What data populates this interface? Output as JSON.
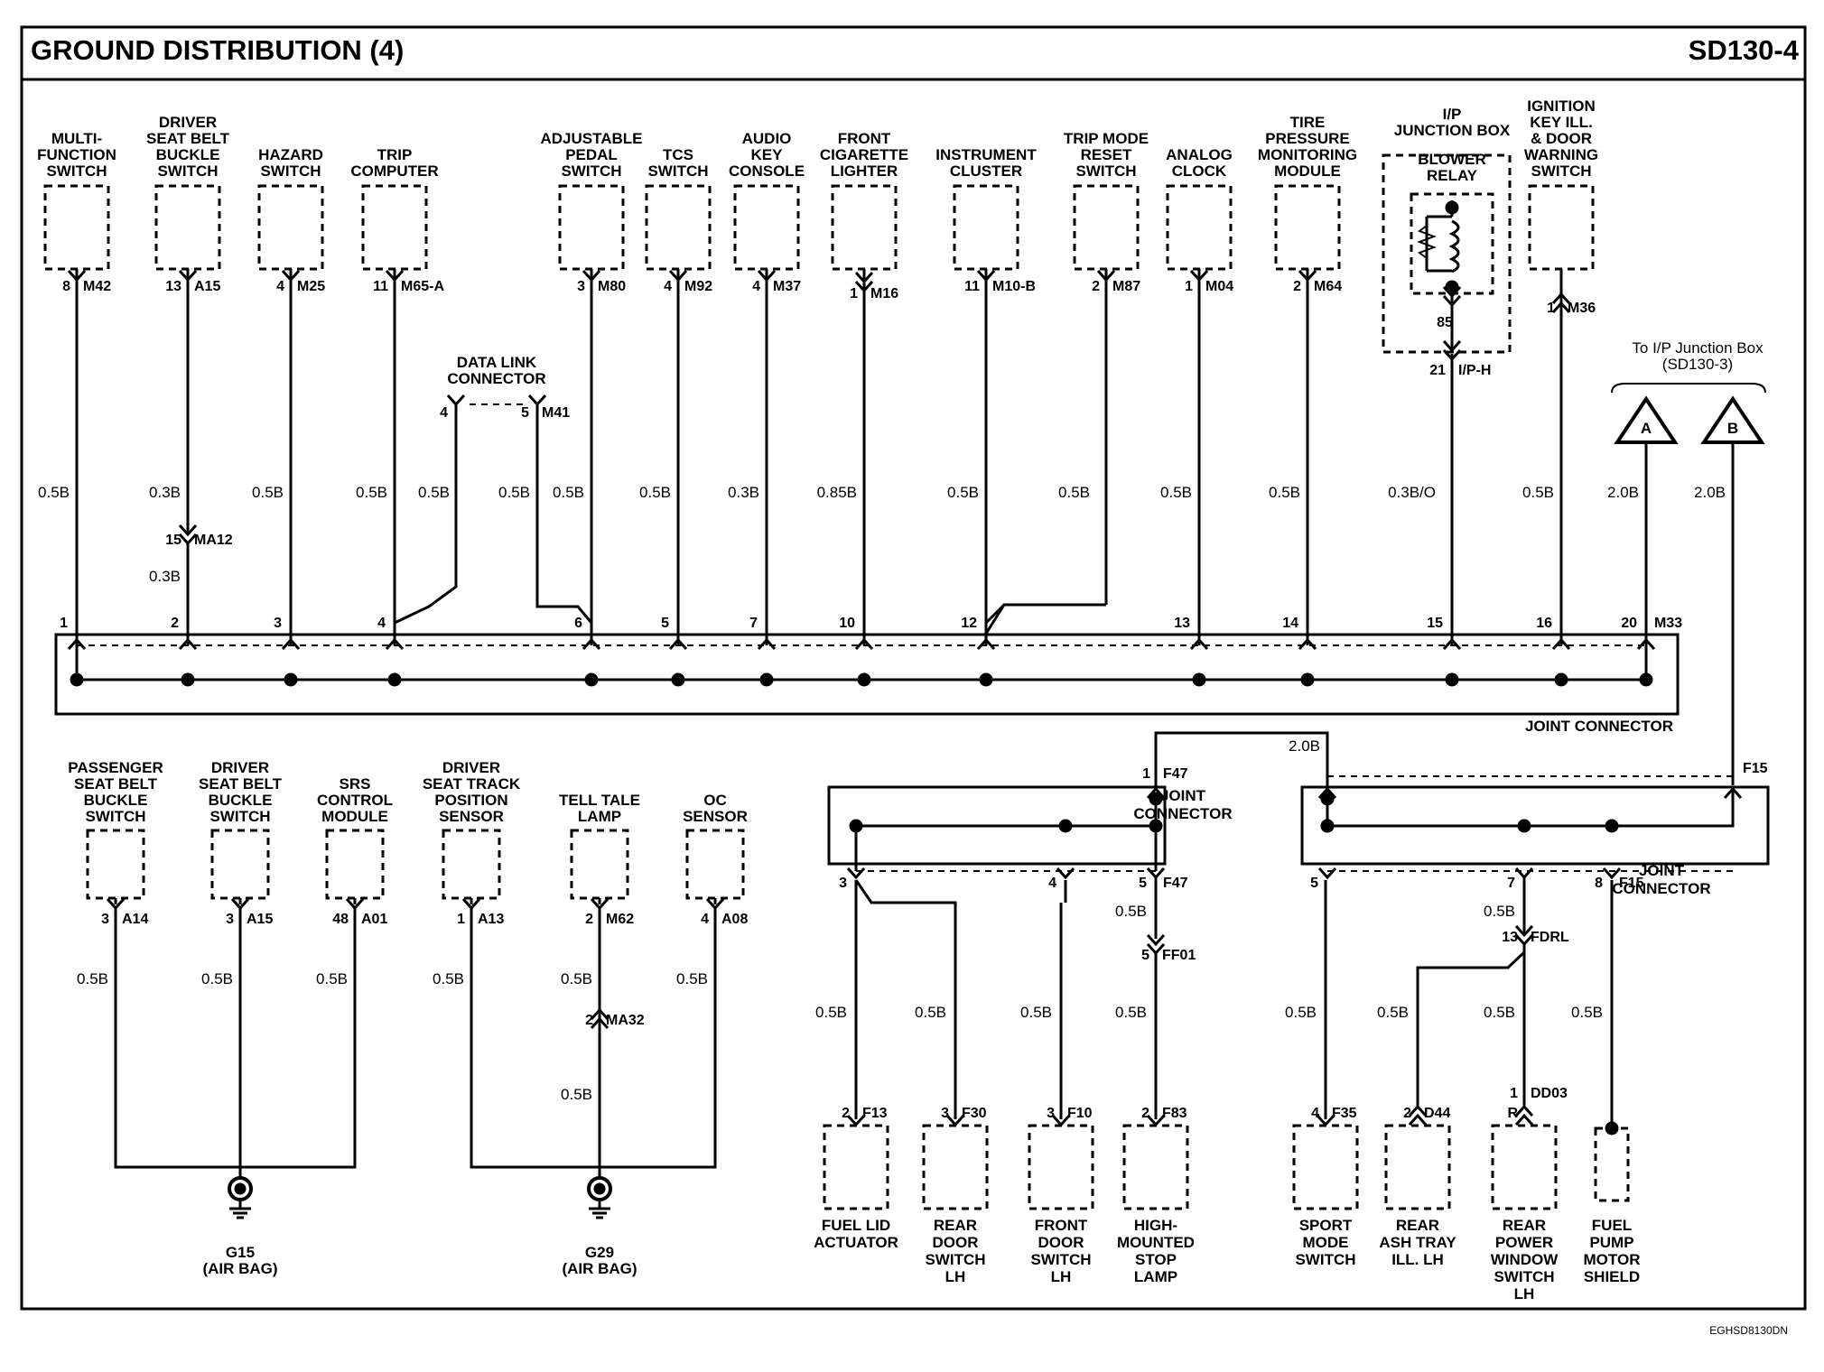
{
  "header": {
    "title": "GROUND DISTRIBUTION (4)",
    "code": "SD130-4"
  },
  "footer": {
    "code": "EGHSD8130DN"
  },
  "top_components": [
    {
      "id": "multi",
      "label": "MULTI-\nFUNCTION\nSWITCH",
      "pin": "8",
      "conn": "M42",
      "wire": "0.5B",
      "jpin": "1"
    },
    {
      "id": "seatbelt",
      "label": "DRIVER\nSEAT BELT\nBUCKLE\nSWITCH",
      "pin": "13",
      "conn": "A15",
      "wire": "0.3B",
      "wire2": "0.3B",
      "mid_pin": "15",
      "mid_conn": "MA12",
      "jpin": "2"
    },
    {
      "id": "hazard",
      "label": "HAZARD\nSWITCH",
      "pin": "4",
      "conn": "M25",
      "wire": "0.5B",
      "jpin": "3"
    },
    {
      "id": "trip",
      "label": "TRIP\nCOMPUTER",
      "pin": "11",
      "conn": "M65-A",
      "wire": "0.5B",
      "jpin": "4"
    },
    {
      "id": "pedal",
      "label": "ADJUSTABLE\nPEDAL\nSWITCH",
      "pin": "3",
      "conn": "M80",
      "wire": "0.5B",
      "jpin": "6"
    },
    {
      "id": "tcs",
      "label": "TCS\nSWITCH",
      "pin": "4",
      "conn": "M92",
      "wire": "0.5B",
      "jpin": "5"
    },
    {
      "id": "audio",
      "label": "AUDIO\nKEY\nCONSOLE",
      "pin": "4",
      "conn": "M37",
      "wire": "0.3B",
      "jpin": "7"
    },
    {
      "id": "lighter",
      "label": "FRONT\nCIGARETTE\nLIGHTER",
      "pin": "1",
      "conn": "M16",
      "wire": "0.85B",
      "jpin": "10"
    },
    {
      "id": "cluster",
      "label": "INSTRUMENT\nCLUSTER",
      "pin": "11",
      "conn": "M10-B",
      "wire": "0.5B",
      "jpin": "12"
    },
    {
      "id": "tripmode",
      "label": "TRIP MODE\nRESET\nSWITCH",
      "pin": "2",
      "conn": "M87",
      "wire": "0.5B"
    },
    {
      "id": "clock",
      "label": "ANALOG\nCLOCK",
      "pin": "1",
      "conn": "M04",
      "wire": "0.5B",
      "jpin": "13"
    },
    {
      "id": "tire",
      "label": "TIRE\nPRESSURE\nMONITORING\nMODULE",
      "pin": "2",
      "conn": "M64",
      "wire": "0.5B",
      "jpin": "14"
    },
    {
      "id": "ipjb",
      "label": "I/P\nJUNCTION BOX",
      "inner": "BLOWER\nRELAY",
      "inner_pin": "85",
      "pin": "21",
      "conn": "I/P-H",
      "wire": "0.3B/O",
      "jpin": "15"
    },
    {
      "id": "ignition",
      "label": "IGNITION\nKEY ILL.\n& DOOR\nWARNING\nSWITCH",
      "pin": "1",
      "conn": "M36",
      "wire": "0.5B",
      "jpin": "16"
    }
  ],
  "data_link": {
    "label": "DATA LINK\nCONNECTOR",
    "pin_a": "4",
    "pin_b": "5",
    "conn": "M41",
    "wire_a": "0.5B",
    "wire_b": "0.5B"
  },
  "to_ip": {
    "label": "To I/P Junction Box\n(SD130-3)",
    "a": "A",
    "b": "B",
    "wire_a": "2.0B",
    "wire_b": "2.0B",
    "jpin": "20",
    "jconn": "M33"
  },
  "joint_main": {
    "label": "JOINT CONNECTOR"
  },
  "airbag": [
    {
      "id": "pass",
      "label": "PASSENGER\nSEAT BELT\nBUCKLE\nSWITCH",
      "pin": "3",
      "conn": "A14",
      "wire": "0.5B"
    },
    {
      "id": "drv",
      "label": "DRIVER\nSEAT BELT\nBUCKLE\nSWITCH",
      "pin": "3",
      "conn": "A15",
      "wire": "0.5B"
    },
    {
      "id": "srs",
      "label": "SRS\nCONTROL\nMODULE",
      "pin": "48",
      "conn": "A01",
      "wire": "0.5B"
    },
    {
      "id": "track",
      "label": "DRIVER\nSEAT TRACK\nPOSITION\nSENSOR",
      "pin": "1",
      "conn": "A13",
      "wire": "0.5B"
    },
    {
      "id": "tell",
      "label": "TELL TALE\nLAMP",
      "pin": "2",
      "conn": "M62",
      "wire": "0.5B",
      "wire2": "0.5B",
      "mid_pin": "2",
      "mid_conn": "MA32"
    },
    {
      "id": "oc",
      "label": "OC\nSENSOR",
      "pin": "4",
      "conn": "A08",
      "wire": "0.5B"
    }
  ],
  "grounds": [
    {
      "id": "G15",
      "label": "G15\n(AIR BAG)"
    },
    {
      "id": "G29",
      "label": "G29\n(AIR BAG)"
    }
  ],
  "f47": {
    "top_pin": "1",
    "top_conn": "F47",
    "label": "JOINT\nCONNECTOR",
    "wire_in": "2.0B",
    "outs": [
      {
        "pin": "3",
        "conn": ""
      },
      {
        "pin": "4",
        "conn": ""
      },
      {
        "pin": "5",
        "conn": "F47"
      }
    ],
    "mid_pin": "5",
    "mid_conn": "FF01",
    "mid_wire": "0.5B",
    "comps": [
      {
        "id": "fuellid",
        "label": "FUEL LID\nACTUATOR",
        "pin": "2",
        "conn": "F13",
        "wire": "0.5B"
      },
      {
        "id": "reardoor",
        "label": "REAR\nDOOR\nSWITCH\nLH",
        "pin": "3",
        "conn": "F30",
        "wire": "0.5B"
      },
      {
        "id": "frontdoor",
        "label": "FRONT\nDOOR\nSWITCH\nLH",
        "pin": "3",
        "conn": "F10",
        "wire": "0.5B"
      },
      {
        "id": "stoplamp",
        "label": "HIGH-\nMOUNTED\nSTOP\nLAMP",
        "pin": "2",
        "conn": "F83",
        "wire": "0.5B"
      }
    ]
  },
  "f15": {
    "top_conn": "F15",
    "label": "JOINT\nCONNECTOR",
    "outs": [
      {
        "pin": "5",
        "conn": ""
      },
      {
        "pin": "7",
        "conn": ""
      },
      {
        "pin": "8",
        "conn": "F15"
      }
    ],
    "mid_pin": "13",
    "mid_conn": "FDRL",
    "mid_wire": "0.5B",
    "comps": [
      {
        "id": "sport",
        "label": "SPORT\nMODE\nSWITCH",
        "pin": "4",
        "conn": "F35",
        "wire": "0.5B"
      },
      {
        "id": "ashtray",
        "label": "REAR\nASH TRAY\nILL. LH",
        "pin": "2",
        "conn": "D44",
        "wire": "0.5B"
      },
      {
        "id": "window",
        "label": "REAR\nPOWER\nWINDOW\nSWITCH\nLH",
        "pin": "1",
        "conn": "DD03",
        "pin_r": "R",
        "wire": "0.5B"
      },
      {
        "id": "fuelpump",
        "label": "FUEL\nPUMP\nMOTOR\nSHIELD",
        "wire": "0.5B"
      }
    ]
  }
}
